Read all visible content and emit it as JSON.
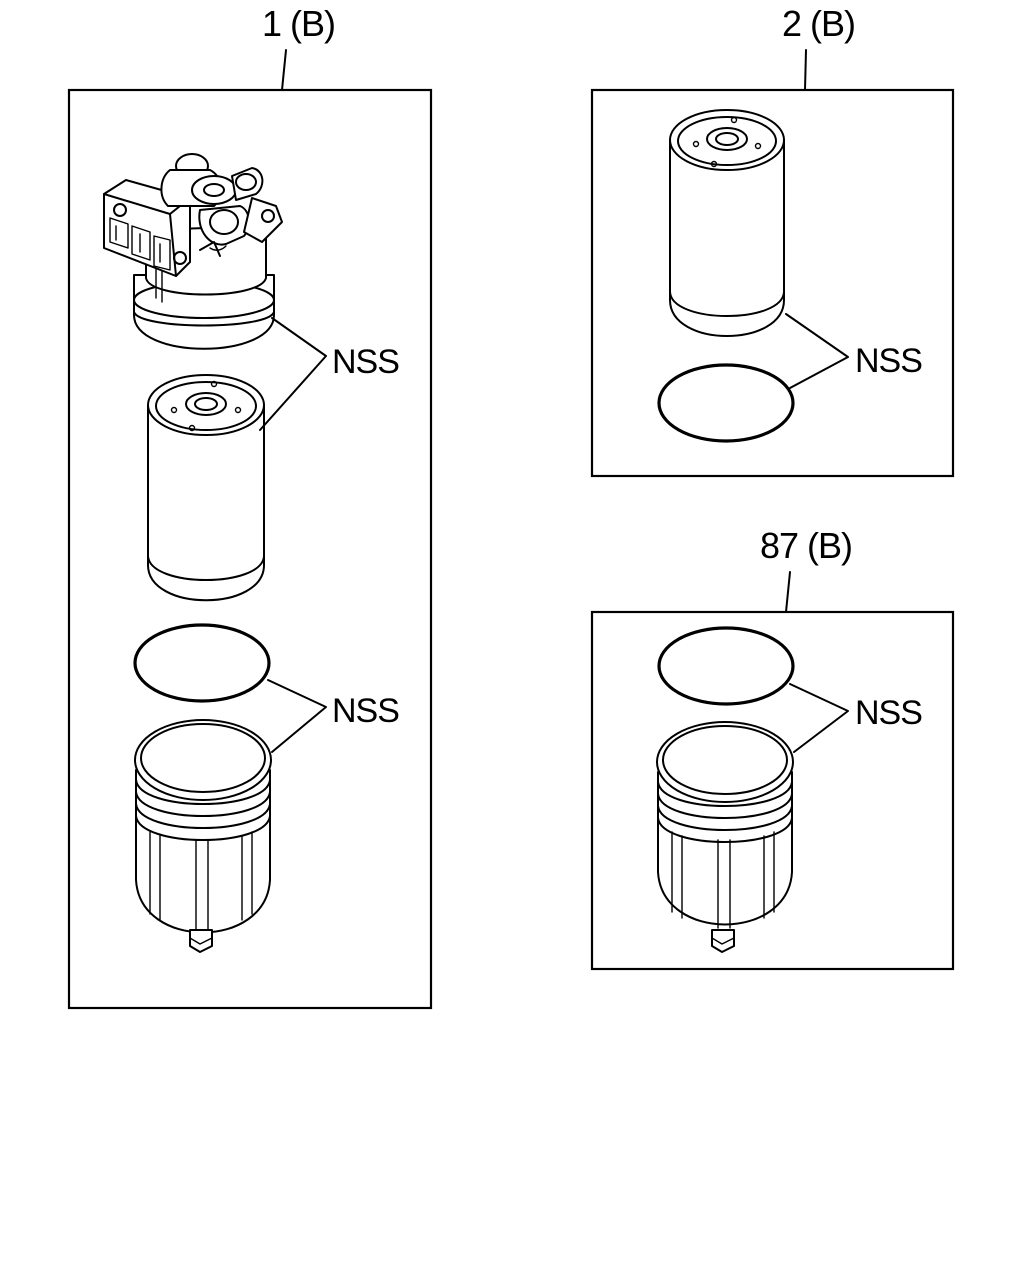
{
  "callouts": {
    "kit1": "1 (B)",
    "kit2": "2 (B)",
    "kit87": "87 (B)"
  },
  "labels": {
    "kit1_head_filter": "NSS",
    "kit1_ring_bowl": "NSS",
    "kit2_filter_ring": "NSS",
    "kit87_ring_bowl": "NSS"
  },
  "icons": [
    "filter-head-icon",
    "filter-element-icon",
    "o-ring-icon",
    "filter-bowl-icon"
  ]
}
